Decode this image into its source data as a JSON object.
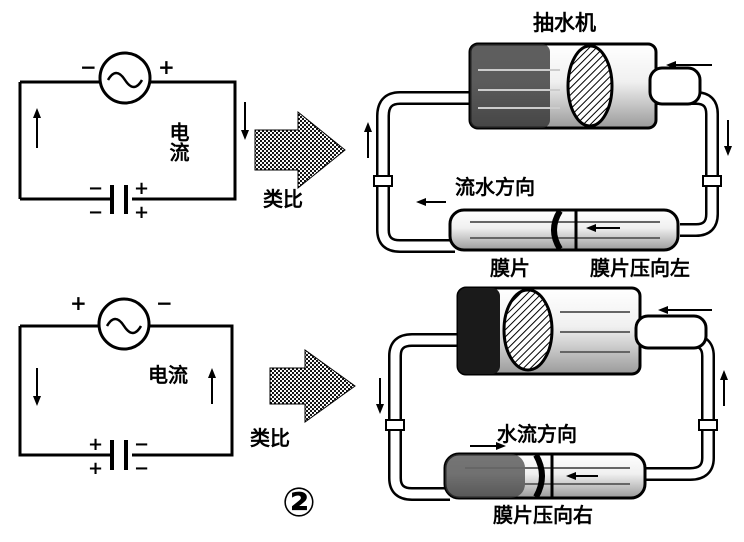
{
  "colors": {
    "ink": "#000000",
    "paper": "#ffffff",
    "fill_mid": "#d9d9d9"
  },
  "figure_number": "②",
  "top": {
    "electric": {
      "source_left_sign": "−",
      "source_right_sign": "+",
      "current_label": "电流",
      "cap_top_left_sign": "−",
      "cap_top_right_sign": "+",
      "cap_bottom_left_sign": "−",
      "cap_bottom_right_sign": "+"
    },
    "analogy_label": "类比",
    "hydraulic": {
      "pump_label": "抽水机",
      "flow_label": "流水方向",
      "membrane_label": "膜片",
      "membrane_state_label": "膜片压向左"
    }
  },
  "bottom": {
    "electric": {
      "source_left_sign": "+",
      "source_right_sign": "−",
      "current_label": "电流",
      "cap_top_left_sign": "+",
      "cap_top_right_sign": "−",
      "cap_bottom_left_sign": "+",
      "cap_bottom_right_sign": "−"
    },
    "analogy_label": "类比",
    "hydraulic": {
      "flow_label": "水流方向",
      "membrane_state_label": "膜片压向右"
    }
  }
}
